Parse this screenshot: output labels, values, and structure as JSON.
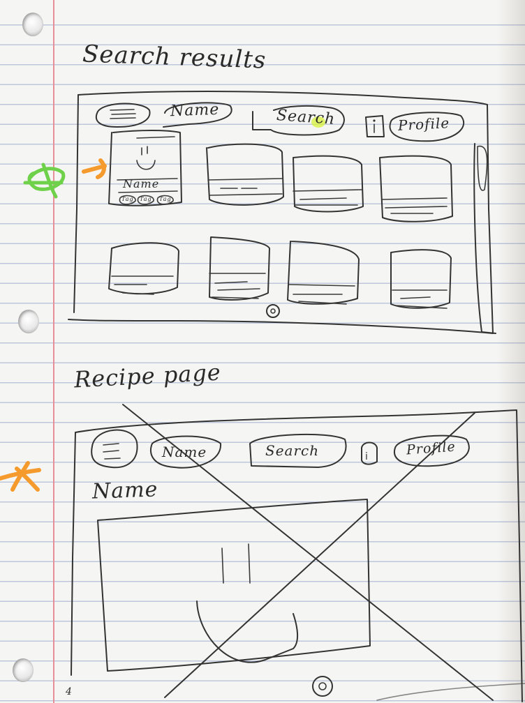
{
  "search_results": {
    "heading": "Search results",
    "toolbar": {
      "menu_icon": "hamburger-menu-icon",
      "name_label": "Name",
      "search_label": "Search",
      "info_icon": "info-icon",
      "profile_label": "Profile"
    },
    "featured_card": {
      "image_icon": "image-placeholder-icon",
      "name_label": "Name",
      "tags": [
        "Tag",
        "Tag",
        "Tag"
      ]
    },
    "card_count": 7,
    "page_indicator_icon": "page-dot-icon"
  },
  "recipe_page": {
    "heading": "Recipe page",
    "toolbar": {
      "menu_icon": "hamburger-menu-icon",
      "name_label": "Name",
      "search_label": "Search",
      "info_icon": "info-icon",
      "profile_label": "Profile"
    },
    "title_label": "Name",
    "image_icon": "image-placeholder-icon",
    "page_indicator_icon": "page-dot-icon",
    "crossed_out": true
  },
  "annotations": {
    "margin_marks": [
      "green-marker-mark",
      "orange-marker-mark"
    ],
    "page_number": "4"
  },
  "colors": {
    "paper": "#f5f5f3",
    "rule_lines": "#788cbe",
    "margin_line": "#e88e98",
    "pencil": "#333333",
    "green_marker": "#6fd14a",
    "orange_marker": "#f59a2c",
    "yellow_highlight": "#d8f23a"
  }
}
